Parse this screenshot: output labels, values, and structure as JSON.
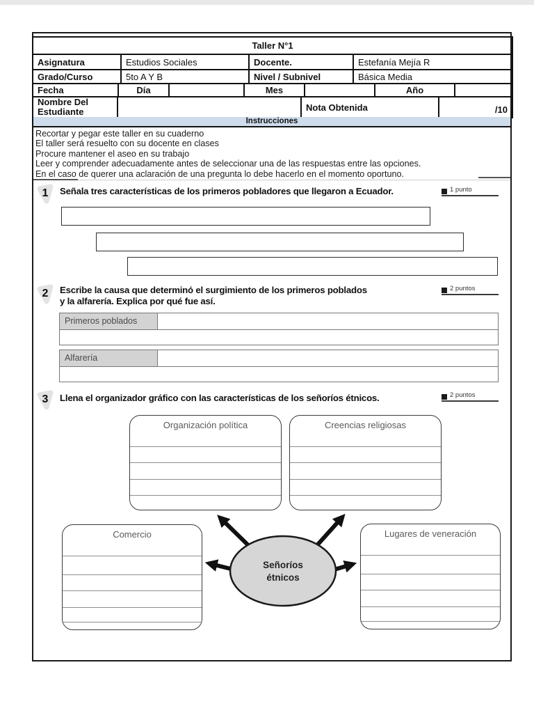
{
  "header": {
    "title": "Taller N°1",
    "asignatura_label": "Asignatura",
    "asignatura_value": "Estudios Sociales",
    "docente_label": "Docente.",
    "docente_value": "Estefanía Mejía R",
    "grado_label": "Grado/Curso",
    "grado_value": "5to A Y B",
    "nivel_label": "Nivel / Subnivel",
    "nivel_value": "Básica Media",
    "fecha_label": "Fecha",
    "dia_label": "Día",
    "mes_label": "Mes",
    "anio_label": "Año",
    "nombre_label": "Nombre Del Estudiante",
    "nota_label": "Nota Obtenida",
    "nota_value": "/10"
  },
  "instructions": {
    "title": "Instrucciones",
    "lines": [
      "Recortar y pegar este taller en su cuaderno",
      "El taller será resuelto con su docente en clases",
      "Procure mantener el aseo en su trabajo",
      "Leer y comprender adecuadamente antes de seleccionar una de las respuestas entre las opciones.",
      "En el caso de querer una aclaración de una pregunta lo debe hacerlo en el momento oportuno."
    ]
  },
  "questions": {
    "q1": {
      "number": "1",
      "text": "Señala tres características de los primeros pobladores que llegaron a Ecuador.",
      "points": "1 punto"
    },
    "q2": {
      "number": "2",
      "text_line1": "Escribe la causa que determinó el surgimiento de los primeros poblados",
      "text_line2": "y la alfarería. Explica por qué fue así.",
      "points": "2 puntos",
      "row1_label": "Primeros poblados",
      "row2_label": "Alfarería"
    },
    "q3": {
      "number": "3",
      "text": "Llena el organizador gráfico con las características de los señoríos étnicos.",
      "points": "2 puntos"
    }
  },
  "diagram": {
    "top_left_box": "Organización política",
    "top_right_box": "Creencias religiosas",
    "bottom_left_box": "Comercio",
    "bottom_right_box": "Lugares de veneración",
    "center_line1": "Señoríos",
    "center_line2": "étnicos"
  },
  "colors": {
    "instructions_band": "#cfdcec",
    "label_cell_gray": "#d3d3d3",
    "ellipse_gray": "#d6d6d6",
    "number_badge_gray": "#e3e3e3"
  }
}
